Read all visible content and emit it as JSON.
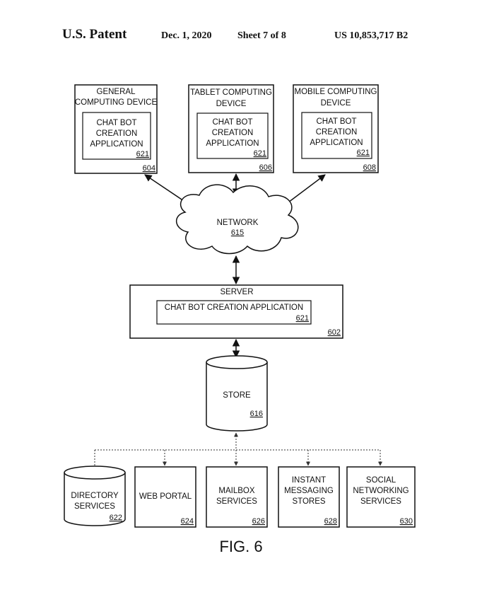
{
  "header": {
    "patent_label": "U.S. Patent",
    "date": "Dec. 1, 2020",
    "sheet": "Sheet 7 of 8",
    "patent_number": "US 10,853,717 B2"
  },
  "devices": [
    {
      "line1": "GENERAL",
      "line2": "COMPUTING DEVICE",
      "app_line1": "CHAT BOT",
      "app_line2": "CREATION",
      "app_line3": "APPLICATION",
      "app_ref": "621",
      "ref": "604"
    },
    {
      "line1": "TABLET COMPUTING",
      "line2": "DEVICE",
      "app_line1": "CHAT BOT",
      "app_line2": "CREATION",
      "app_line3": "APPLICATION",
      "app_ref": "621",
      "ref": "606"
    },
    {
      "line1": "MOBILE COMPUTING",
      "line2": "DEVICE",
      "app_line1": "CHAT BOT",
      "app_line2": "CREATION",
      "app_line3": "APPLICATION",
      "app_ref": "621",
      "ref": "608"
    }
  ],
  "network": {
    "label": "NETWORK",
    "ref": "615"
  },
  "server": {
    "label": "SERVER",
    "app_label": "CHAT BOT CREATION APPLICATION",
    "app_ref": "621",
    "ref": "602"
  },
  "store": {
    "label": "STORE",
    "ref": "616"
  },
  "services": [
    {
      "line1": "DIRECTORY",
      "line2": "SERVICES",
      "line3": "",
      "ref": "622"
    },
    {
      "line1": "WEB PORTAL",
      "line2": "",
      "line3": "",
      "ref": "624"
    },
    {
      "line1": "MAILBOX",
      "line2": "SERVICES",
      "line3": "",
      "ref": "626"
    },
    {
      "line1": "INSTANT",
      "line2": "MESSAGING",
      "line3": "STORES",
      "ref": "628"
    },
    {
      "line1": "SOCIAL",
      "line2": "NETWORKING",
      "line3": "SERVICES",
      "ref": "630"
    }
  ],
  "figure_label": "FIG. 6"
}
